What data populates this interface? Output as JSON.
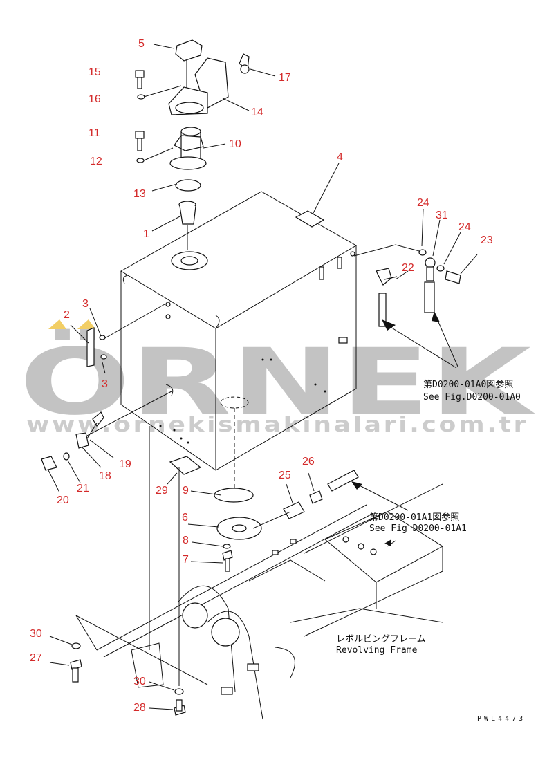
{
  "watermark": {
    "brand": "ÖRNEK",
    "url": "www.ornekismakinalari.com.tr"
  },
  "drawing_code": "PWL4473",
  "callouts": [
    "1",
    "2",
    "3",
    "3",
    "4",
    "5",
    "6",
    "7",
    "8",
    "9",
    "10",
    "11",
    "12",
    "13",
    "14",
    "15",
    "16",
    "17",
    "18",
    "19",
    "20",
    "21",
    "22",
    "23",
    "24",
    "24",
    "25",
    "26",
    "27",
    "28",
    "29",
    "30",
    "30",
    "31"
  ],
  "references": {
    "ref_a_jp": "第D0200-01A0図参照",
    "ref_a_en": "See Fig.D0200-01A0",
    "ref_b_jp": "第D0200-01A1図参照",
    "ref_b_en": "See Fig D0200-01A1",
    "frame_jp": "レボルビングフレーム",
    "frame_en": "Revolving Frame"
  }
}
